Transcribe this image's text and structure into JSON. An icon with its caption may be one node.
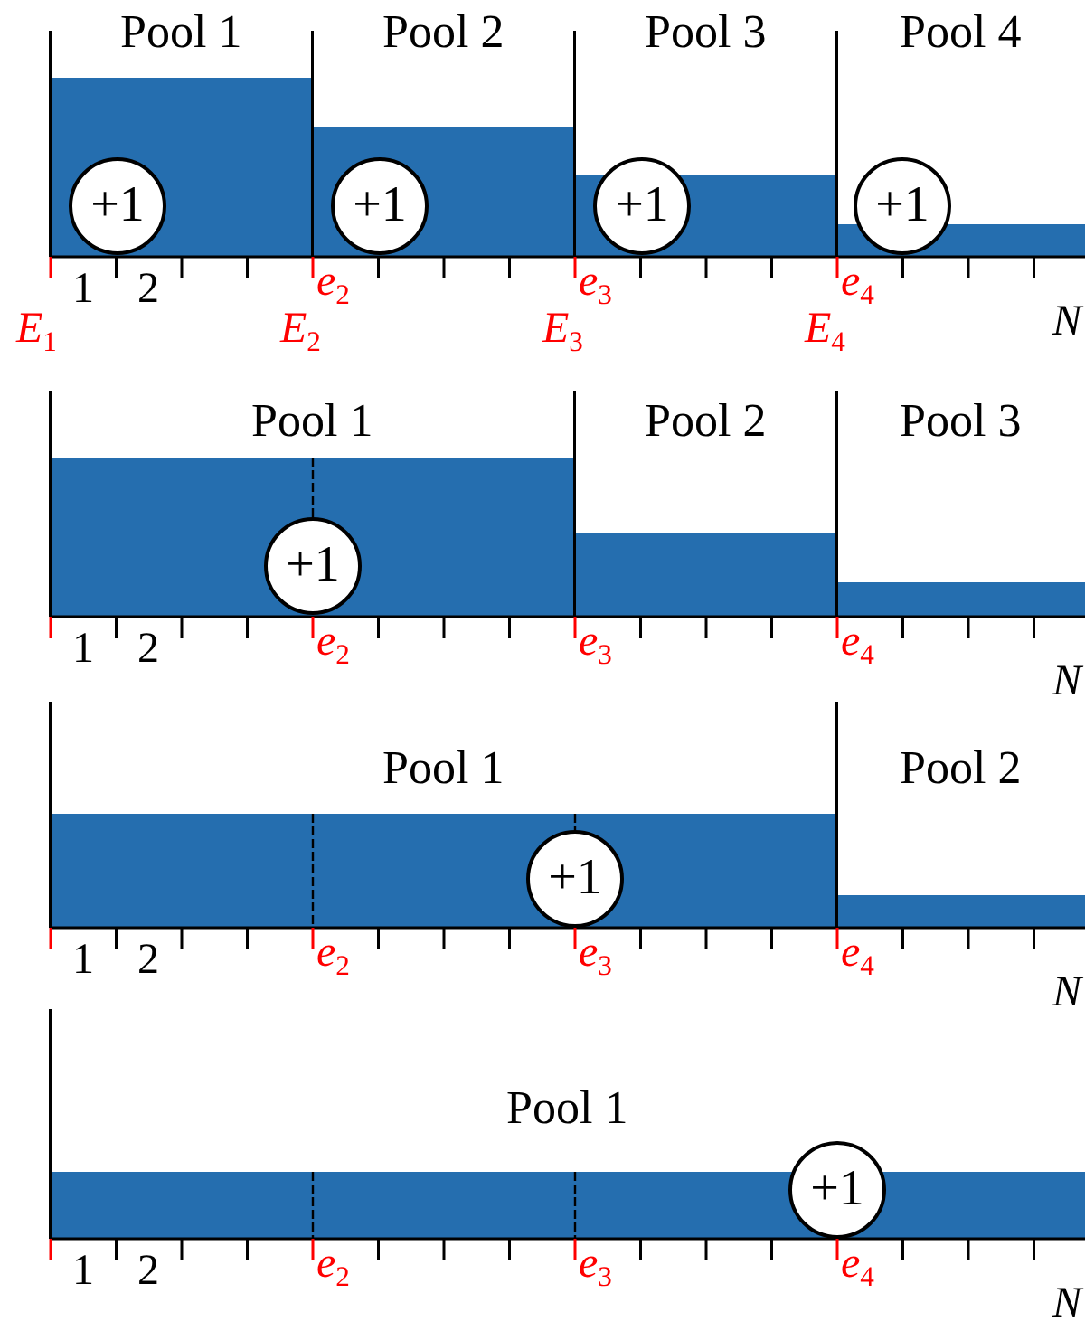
{
  "diagram": {
    "nodes": [
      {
        "text": [
          "Pool 1"
        ]
      },
      {
        "text": [
          "Pool 2"
        ]
      },
      {
        "text": [
          "Pool 3"
        ]
      },
      {
        "text": [
          "Pool 4"
        ]
      },
      {
        "text": [
          "+1"
        ],
        "in": 0
      },
      {
        "text": [
          "+1"
        ],
        "in": 1
      },
      {
        "text": [
          "+1"
        ],
        "in": 2
      },
      {
        "text": [
          "+1"
        ],
        "in": 3
      },
      {
        "text": [
          "Pool 1"
        ]
      },
      {
        "text": [
          "Pool 2"
        ]
      },
      {
        "text": [
          "Pool 3"
        ]
      },
      {
        "text": [
          "+1"
        ],
        "in": 8
      },
      {
        "text": [
          "Pool 1"
        ]
      },
      {
        "text": [
          "Pool 2"
        ]
      },
      {
        "text": [
          "+1"
        ],
        "in": 12
      },
      {
        "text": [
          "Pool 1"
        ]
      },
      {
        "text": [
          "+1"
        ],
        "in": 15
      }
    ],
    "labels": [
      "1",
      "2",
      "*e*$_{2}$",
      "*e*$_{3}$",
      "*e*$_{4}$",
      "N",
      "*E*$_{1}$",
      "*E*$_{2}$",
      "*E*$_{3}$",
      "*E*$_{4}$",
      "1",
      "2",
      "*e*$_{2}$",
      "*e*$_{3}$",
      "*e*$_{4}$",
      "N",
      "1",
      "2",
      "*e*$_{2}$",
      "*e*$_{3}$",
      "*e*$_{4}$",
      "N",
      "1",
      "2",
      "*e*$_{2}$",
      "*e*$_{3}$",
      "*e*$_{4}$",
      "N"
    ]
  }
}
